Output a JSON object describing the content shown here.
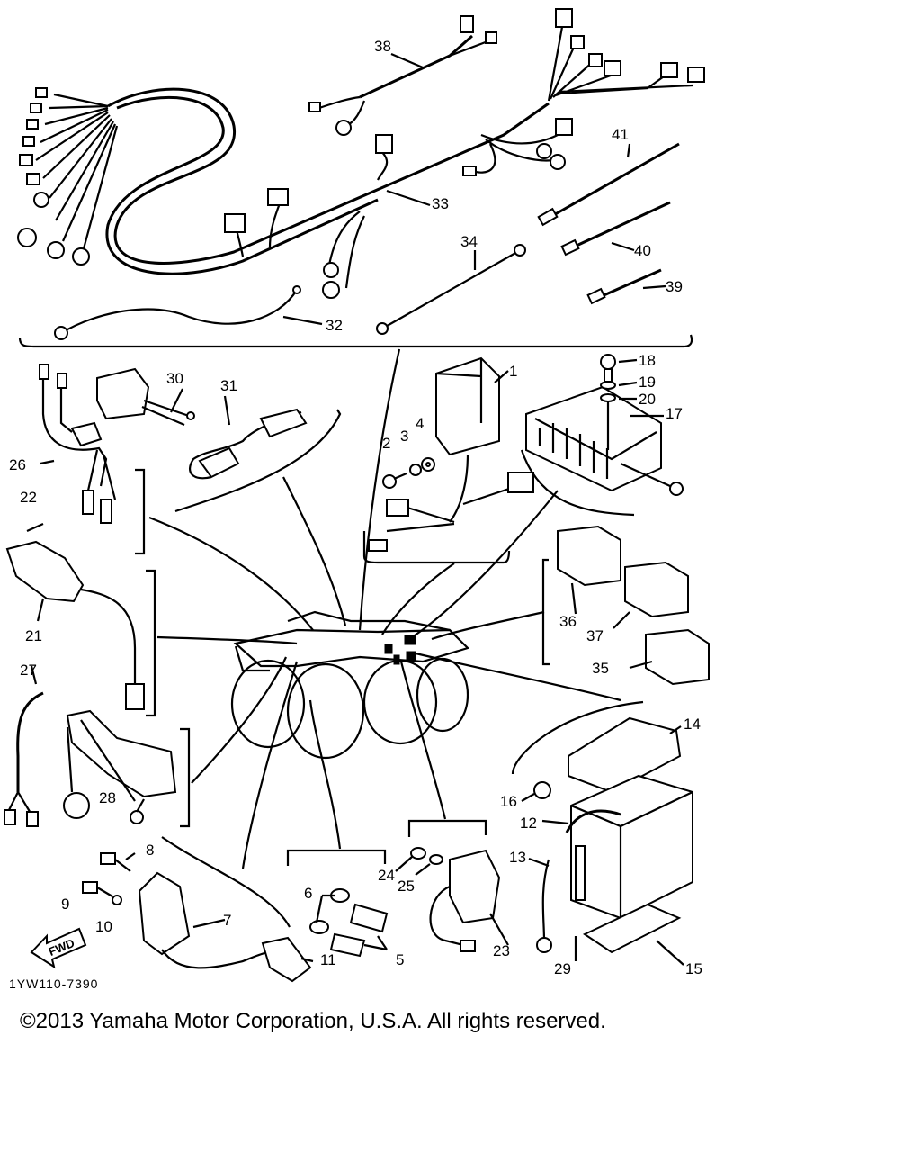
{
  "callouts": [
    "1",
    "2",
    "3",
    "4",
    "5",
    "6",
    "7",
    "8",
    "9",
    "10",
    "11",
    "12",
    "13",
    "14",
    "15",
    "16",
    "17",
    "18",
    "19",
    "20",
    "21",
    "22",
    "23",
    "24",
    "25",
    "26",
    "27",
    "28",
    "29",
    "30",
    "31",
    "32",
    "33",
    "34",
    "35",
    "36",
    "37",
    "38",
    "39",
    "40",
    "41"
  ],
  "fwd_label": "FWD",
  "drawing_code": "1YW110-7390",
  "copyright": "©2013 Yamaha Motor Corporation, U.S.A. All rights reserved."
}
